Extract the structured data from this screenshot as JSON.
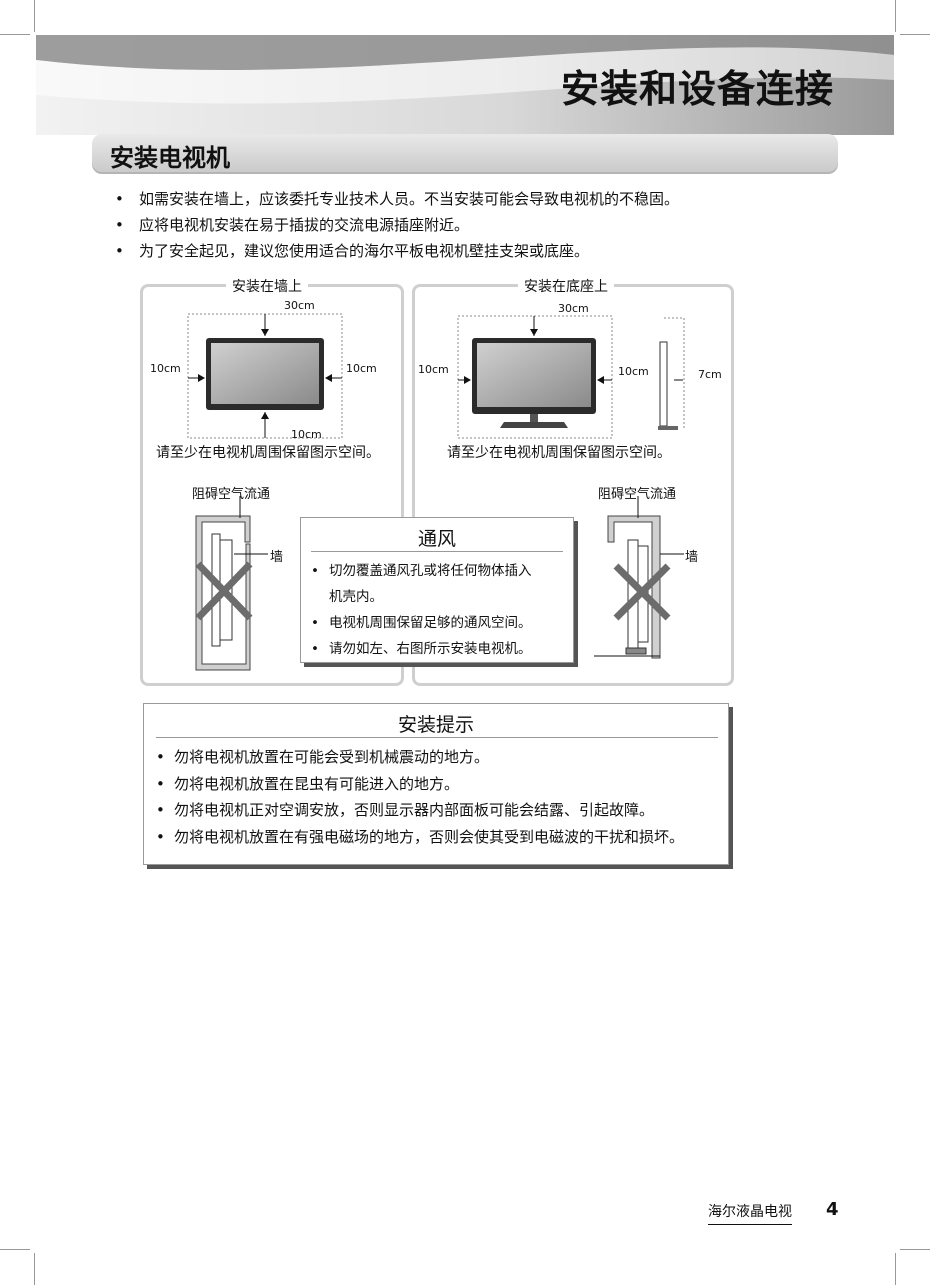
{
  "header": {
    "title": "安装和设备连接"
  },
  "section": {
    "title": "安装电视机"
  },
  "intro_bullets": [
    "如需安装在墙上，应该委托专业技术人员。不当安装可能会导致电视机的不稳固。",
    "应将电视机安装在易于插拔的交流电源插座附近。",
    "为了安全起见，建议您使用适合的海尔平板电视机壁挂支架或底座。"
  ],
  "wall_panel": {
    "title": "安装在墙上",
    "top": "30cm",
    "left": "10cm",
    "right": "10cm",
    "bottom": "10cm",
    "caption": "请至少在电视机周围保留图示空间。",
    "blocked_label": "阻碍空气流通",
    "wall_label": "墙"
  },
  "stand_panel": {
    "title": "安装在底座上",
    "top": "30cm",
    "left": "10cm",
    "right": "10cm",
    "rear": "7cm",
    "caption": "请至少在电视机周围保留图示空间。",
    "blocked_label": "阻碍空气流通",
    "wall_label": "墙"
  },
  "ventilation": {
    "title": "通风",
    "items": [
      "切勿覆盖通风孔或将任何物体插入",
      "机壳内。",
      "电视机周围保留足够的通风空间。",
      "请勿如左、右图所示安装电视机。"
    ]
  },
  "tips": {
    "title": "安装提示",
    "items": [
      "勿将电视机放置在可能会受到机械震动的地方。",
      "勿将电视机放置在昆虫有可能进入的地方。",
      "勿将电视机正对空调安放，否则显示器内部面板可能会结露、引起故障。",
      "勿将电视机放置在有强电磁场的地方，否则会使其受到电磁波的干扰和损坏。"
    ]
  },
  "footer": {
    "brand": "海尔液晶电视",
    "page": "4"
  }
}
